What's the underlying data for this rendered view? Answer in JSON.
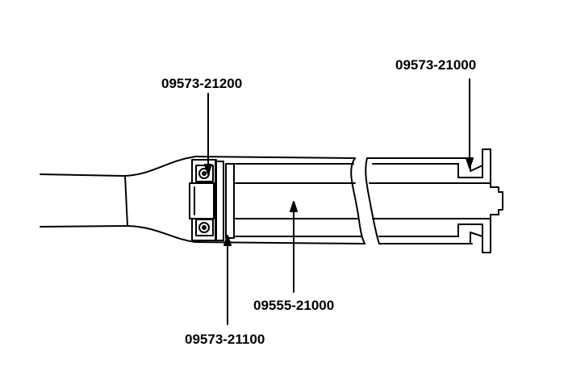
{
  "labels": {
    "bearing_tool": "09573-21200",
    "end_adapter": "09573-21000",
    "tube_tool": "09555-21000",
    "spacer_tool": "09573-21100"
  },
  "colors": {
    "line": "#000000",
    "background": "#ffffff"
  }
}
